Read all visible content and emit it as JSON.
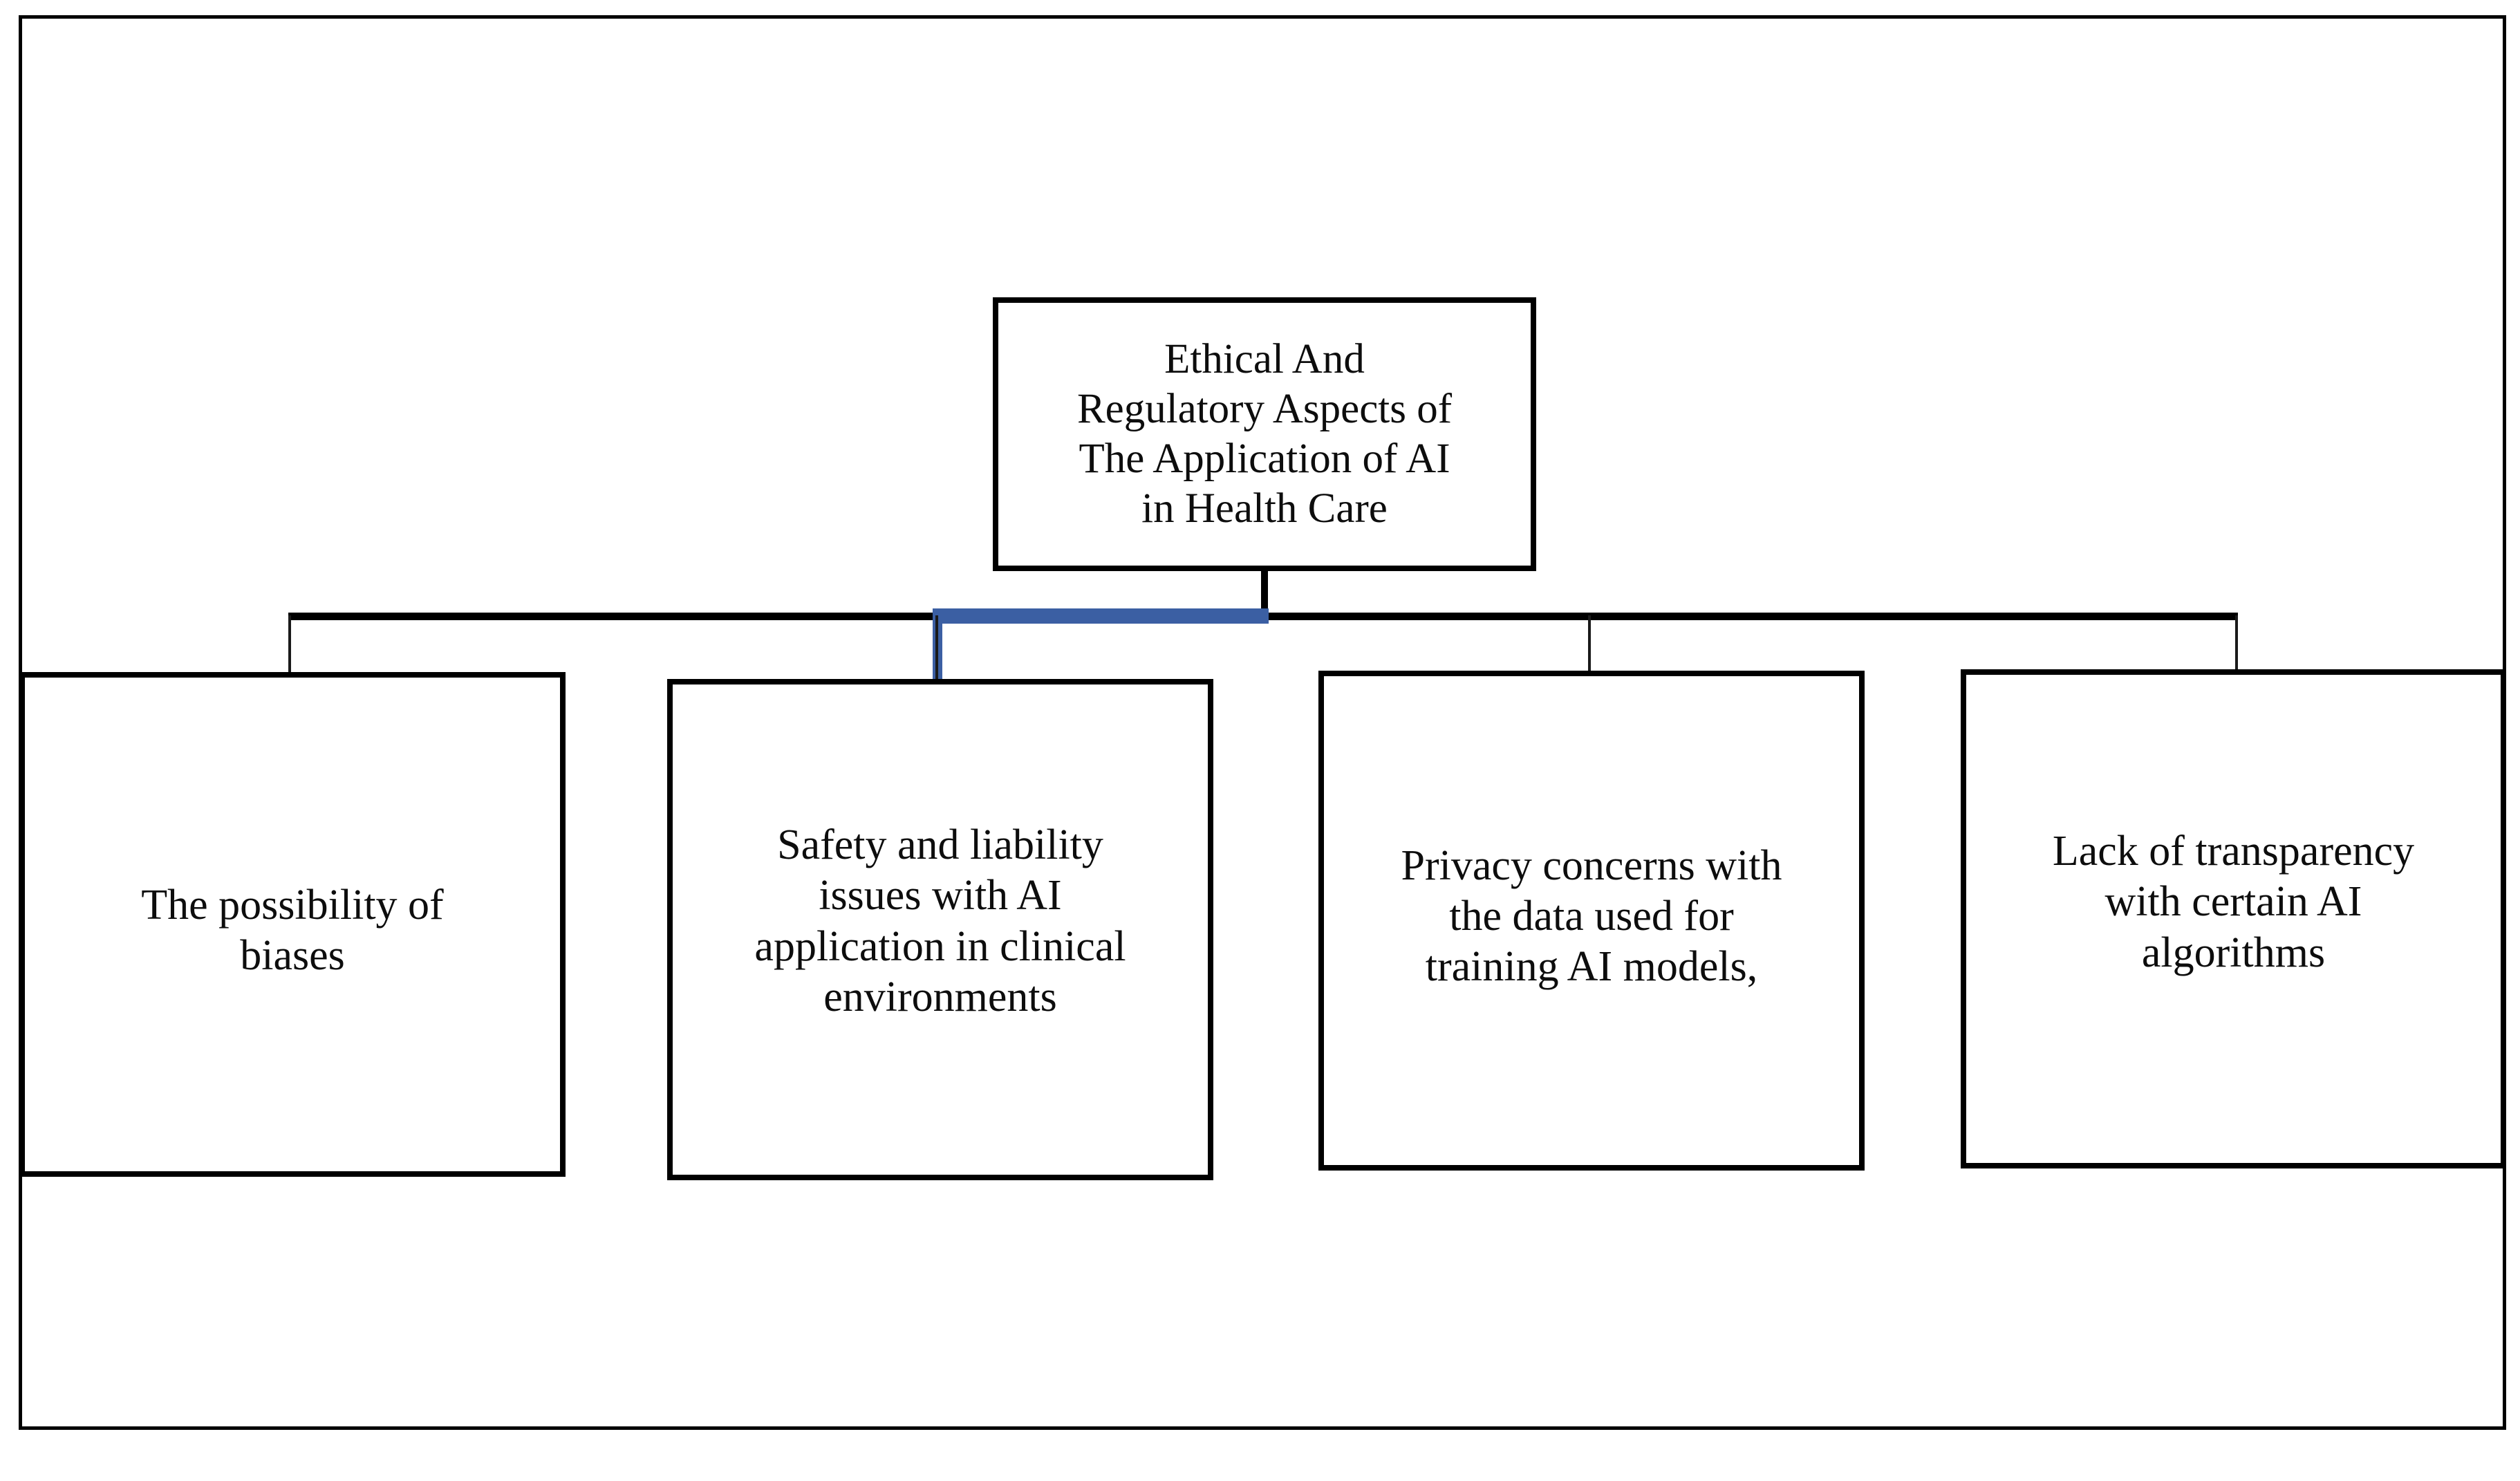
{
  "diagram": {
    "type": "hierarchy-tree",
    "orientation": "top-down",
    "root": {
      "label": "Ethical And\nRegulatory Aspects of\nThe Application of AI\nin Health Care"
    },
    "children": [
      {
        "label": "The possibility of\nbiases"
      },
      {
        "label": "Safety and liability\nissues with AI\napplication in clinical\nenvironments"
      },
      {
        "label": "Privacy concerns with\nthe data used for\ntraining AI models,"
      },
      {
        "label": "Lack of transparency\nwith certain AI\nalgorithms"
      }
    ],
    "colors": {
      "box_border": "#000000",
      "box_fill": "#ffffff",
      "connector": "#000000",
      "connector_highlight": "#3b5fa3",
      "text": "#0d0d0d",
      "frame": "#000000",
      "background": "#ffffff"
    }
  }
}
